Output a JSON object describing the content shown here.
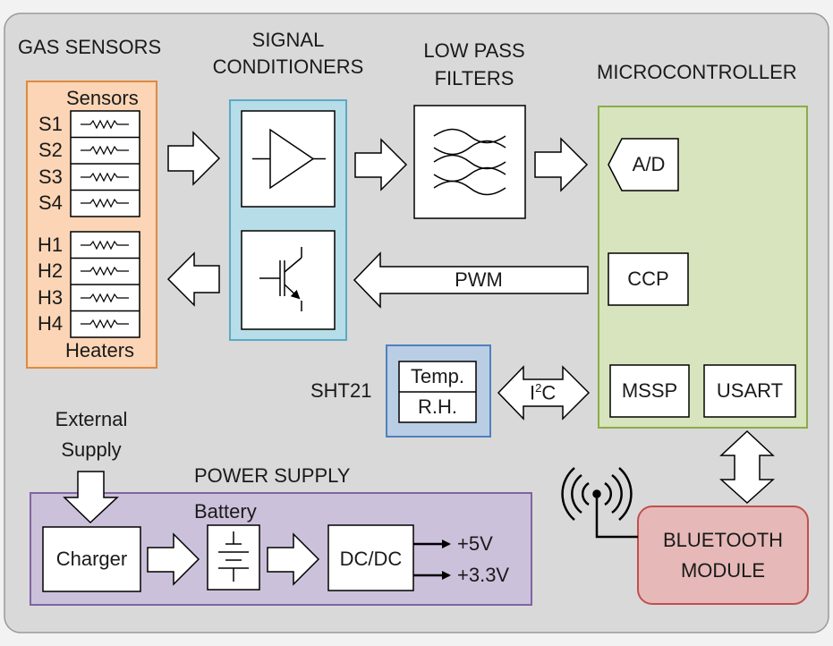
{
  "sections": {
    "gas_sensors": "GAS SENSORS",
    "signal_conditioners": [
      "SIGNAL",
      "CONDITIONERS"
    ],
    "low_pass_filters": [
      "LOW PASS",
      "FILTERS"
    ],
    "microcontroller": "MICROCONTROLLER",
    "power_supply": "POWER SUPPLY"
  },
  "sensors": {
    "header": "Sensors",
    "footer": "Heaters",
    "sensor_labels": [
      "S1",
      "S2",
      "S3",
      "S4"
    ],
    "heater_labels": [
      "H1",
      "H2",
      "H3",
      "H4"
    ]
  },
  "signals": {
    "pwm": "PWM",
    "i2c_main": "I",
    "i2c_sup": "2",
    "i2c_tail": "C"
  },
  "mcu_blocks": {
    "ad": "A/D",
    "ccp": "CCP",
    "mssp": "MSSP",
    "usart": "USART"
  },
  "sht21": {
    "name": "SHT21",
    "temp": "Temp.",
    "rh": "R.H."
  },
  "power": {
    "external": [
      "External",
      "Supply"
    ],
    "charger": "Charger",
    "battery": "Battery",
    "dcdc": "DC/DC",
    "out1": "+5V",
    "out2": "+3.3V"
  },
  "bluetooth": [
    "BLUETOOTH",
    "MODULE"
  ],
  "colors": {
    "background": "#d9d9d9",
    "sensors_fill": "#fbd5b5",
    "sensors_border": "#e08a3c",
    "conditioner_fill": "#b7dde8",
    "conditioner_border": "#5ba9c7",
    "mcu_fill": "#d7e4bd",
    "mcu_border": "#8aac4a",
    "sht21_fill": "#b9cde5",
    "sht21_border": "#4f81bd",
    "power_fill": "#ccc1da",
    "power_border": "#8064a2",
    "bluetooth_fill": "#e6b9b8",
    "bluetooth_border": "#c0504d"
  }
}
